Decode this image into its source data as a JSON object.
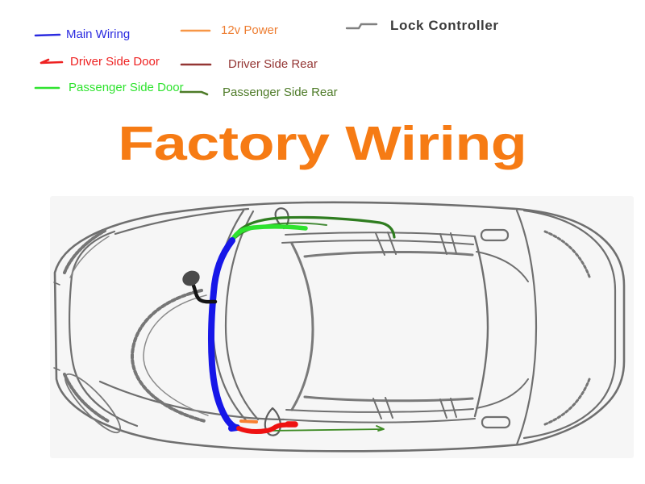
{
  "title": {
    "text": "Factory Wiring",
    "color": "#F67B14"
  },
  "legend": {
    "items": [
      {
        "name": "main-wiring",
        "label": "Main Wiring",
        "color": "#2B2BE0"
      },
      {
        "name": "driver-side-door",
        "label": "Driver Side Door",
        "color": "#EE2222"
      },
      {
        "name": "passenger-side-door",
        "label": "Passenger Side Door",
        "color": "#2FE32F"
      },
      {
        "name": "12v-power",
        "label": "12v Power",
        "color": "#ED7D31",
        "swatch_color": "#F79646"
      },
      {
        "name": "driver-side-rear",
        "label": "Driver Side Rear",
        "color": "#943634"
      },
      {
        "name": "passenger-side-rear",
        "label": "Passenger Side Rear",
        "color": "#4E7B28"
      },
      {
        "name": "lock-controller",
        "label": "Lock Controller",
        "color": "#3B3B3B",
        "swatch_color": "#808080"
      }
    ]
  },
  "diagram": {
    "background_tint": "#F6F6F6",
    "sketch_color": "#6F6F6F",
    "lock_controller_color": "#4A4A4A",
    "wires": [
      {
        "name": "main-wiring",
        "color": "#1717E8"
      },
      {
        "name": "passenger-side-door",
        "color": "#2EE32E"
      },
      {
        "name": "passenger-side-rear",
        "color": "#2F7D20"
      },
      {
        "name": "driver-side-door",
        "color": "#EE1111"
      },
      {
        "name": "12v-power",
        "color": "#F88032"
      },
      {
        "name": "rear-run",
        "color": "#3E8B24"
      },
      {
        "name": "lock-controller-lead",
        "color": "#151515"
      }
    ]
  }
}
